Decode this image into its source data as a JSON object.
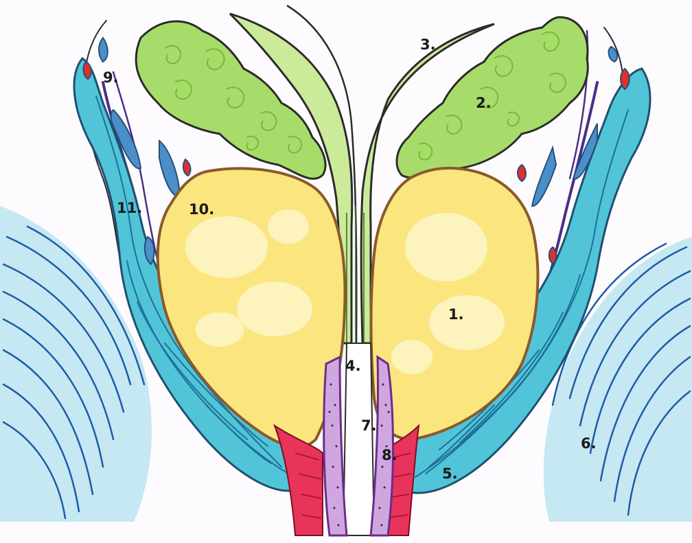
{
  "labels": {
    "l1": "1.",
    "l2": "2.",
    "l3": "3.",
    "l4": "4.",
    "l5": "5.",
    "l6": "6.",
    "l7": "7.",
    "l8": "8.",
    "l9": "9.",
    "l10": "10.",
    "l11": "11."
  },
  "colors": {
    "background": "#fdfbfd",
    "lobe_fill": "#fbe57e",
    "lobe_outline": "#8a5a2b",
    "vesicle_fill": "#a8dc6a",
    "vesicle_swirl": "#76b83a",
    "duct_fill": "#cbea9a",
    "levator_fill": "#52c4d8",
    "levator_stripe": "#1f6f99",
    "obturator_fill": "#c5e8f3",
    "obturator_stripe": "#1e5aa8",
    "urethra_fill": "#cfa6e0",
    "urethra_outline": "#6a2e8a",
    "sphincter_fill": "#e8335a",
    "fascia_red": "#e0302a",
    "fascia_purple": "#4a2d8a",
    "vessel_blue": "#4a8fc8"
  }
}
